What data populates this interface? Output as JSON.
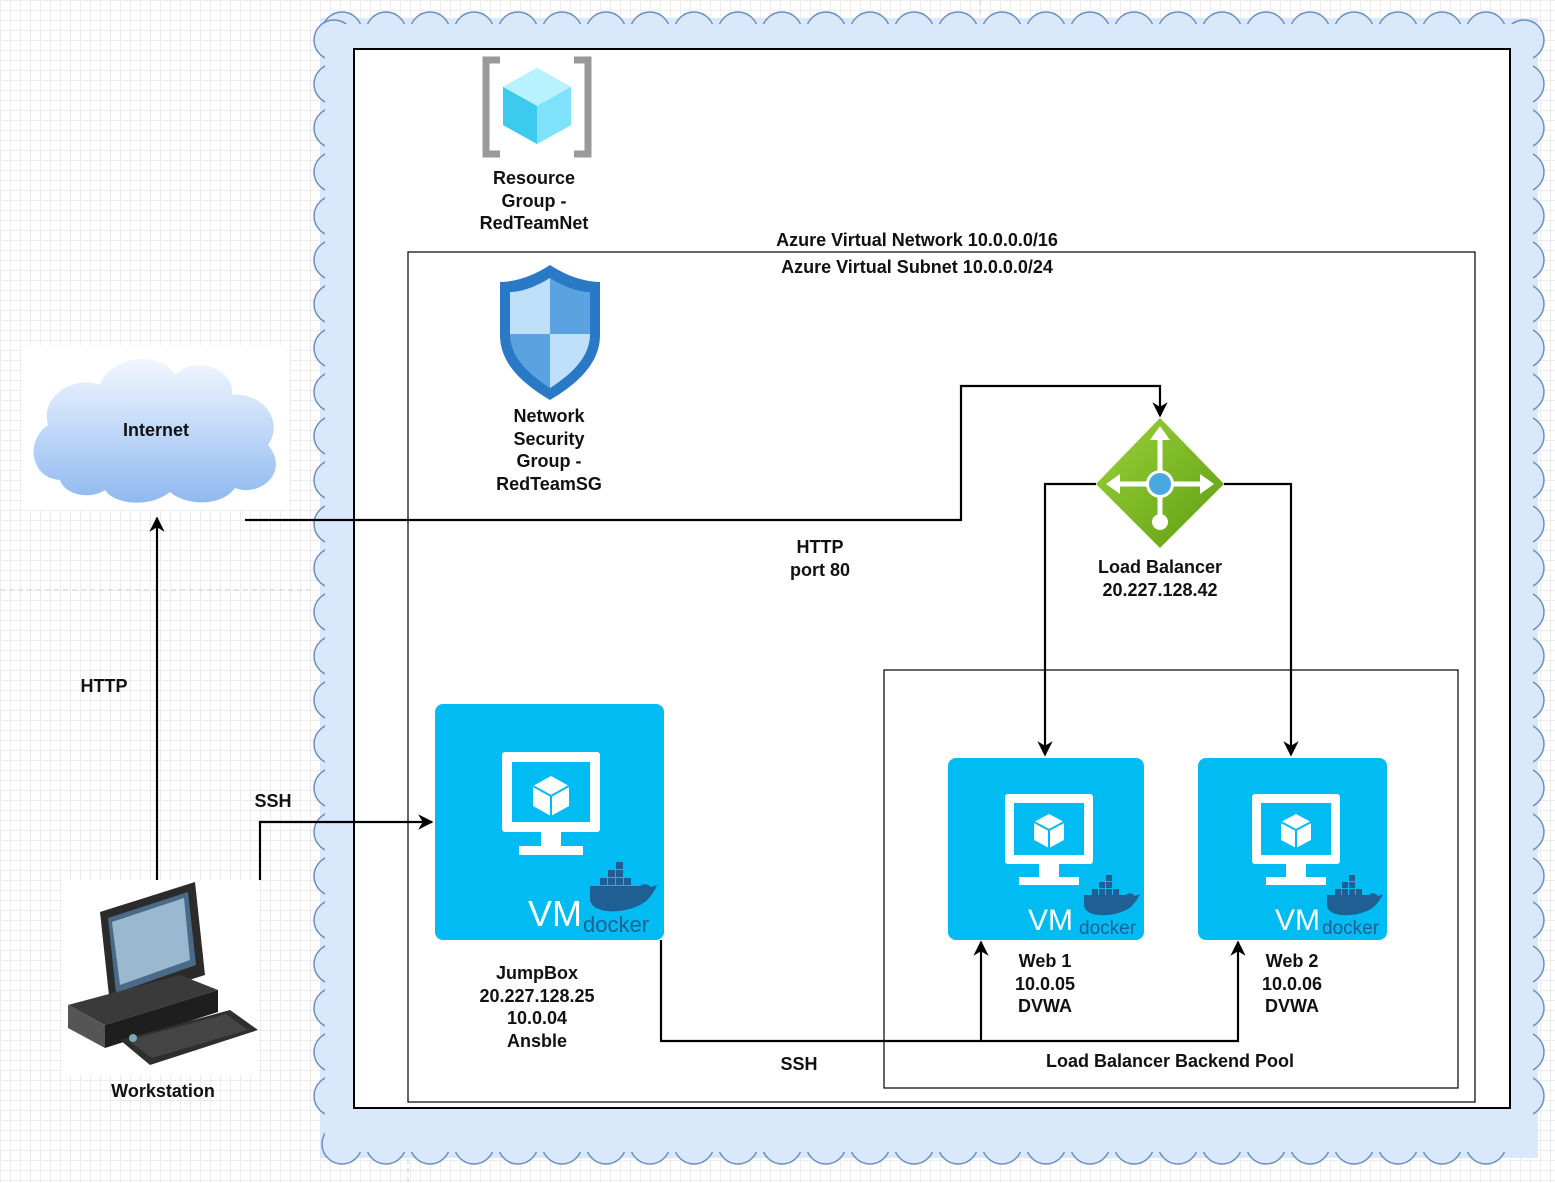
{
  "resource_group": {
    "label": "Resource\nGroup -\nRedTeamNet"
  },
  "vnet": {
    "label": "Azure Virtual Network 10.0.0.0/16"
  },
  "subnet": {
    "label": "Azure Virtual Subnet 10.0.0.0/24"
  },
  "nsg": {
    "label": "Network\nSecurity\nGroup -\nRedTeamSG"
  },
  "internet": {
    "label": "Internet"
  },
  "workstation": {
    "label": "Workstation"
  },
  "load_balancer": {
    "label": "Load Balancer\n20.227.128.42"
  },
  "jumpbox": {
    "label": "JumpBox\n20.227.128.25\n10.0.04\nAnsble",
    "vm_text": "VM",
    "docker_text": "docker"
  },
  "web1": {
    "label": "Web 1\n10.0.05\nDVWA",
    "vm_text": "VM",
    "docker_text": "docker"
  },
  "web2": {
    "label": "Web 2\n10.0.06\nDVWA",
    "vm_text": "VM",
    "docker_text": "docker"
  },
  "backend_pool": {
    "label": "Load Balancer Backend Pool"
  },
  "edges": {
    "http_internet": "HTTP",
    "ssh_jumpbox": "SSH",
    "http_lb": "HTTP\nport 80",
    "ssh_web": "SSH"
  },
  "colors": {
    "cloud_fill": "#dae8fc",
    "cloud_stroke": "#6c8ebf",
    "vm_tile": "#00bcf2",
    "lb_green": "#7fba00",
    "shield_blue": "#2a79c6"
  }
}
